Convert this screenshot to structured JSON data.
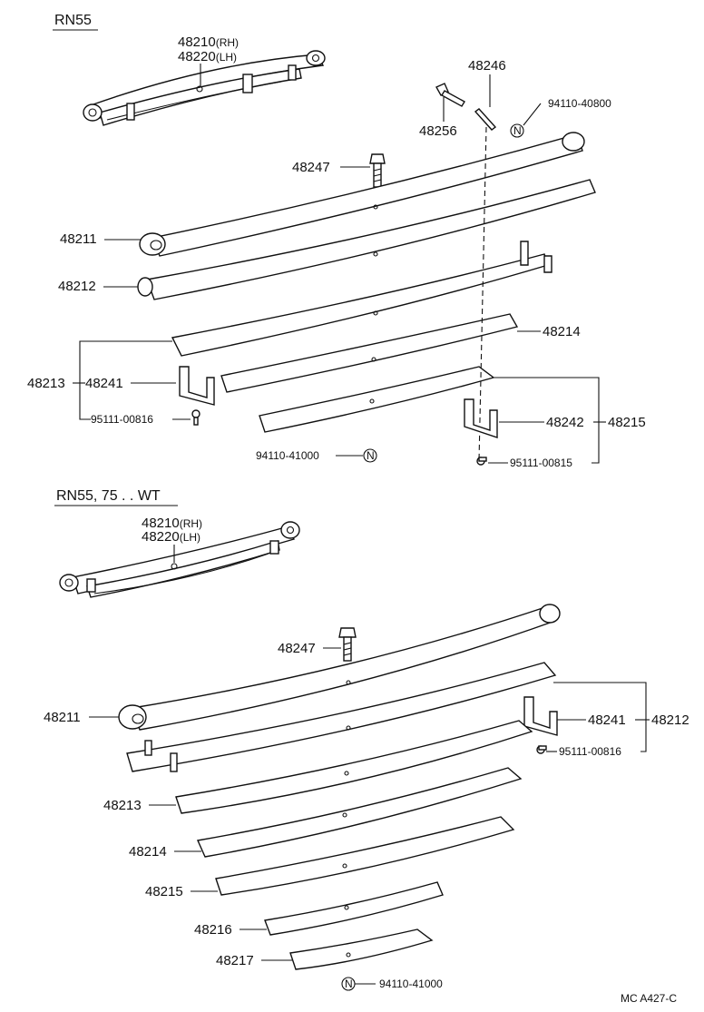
{
  "sections": [
    {
      "title": "RN55"
    },
    {
      "title": "RN55, 75 . . WT"
    }
  ],
  "labels": {
    "assy_rh": "48210",
    "assy_rh_suffix": "(RH)",
    "assy_lh": "48220",
    "assy_lh_suffix": "(LH)",
    "p48246": "48246",
    "p48256": "48256",
    "p94110_40800": "94110-40800",
    "p48247": "48247",
    "p48211": "48211",
    "p48212": "48212",
    "p48214": "48214",
    "p48213": "48213",
    "p48241": "48241",
    "p48242": "48242",
    "p48215": "48215",
    "p95111_00816": "95111-00816",
    "p94110_41000": "94110-41000",
    "p95111_00815": "95111-00815",
    "p48216": "48216",
    "p48217": "48217"
  },
  "nut_mark": "N",
  "footer_code": "MC  A427-C"
}
